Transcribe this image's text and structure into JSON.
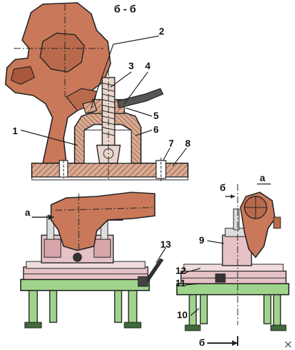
{
  "section_title": "б - б",
  "callouts": [
    "1",
    "2",
    "3",
    "4",
    "5",
    "6",
    "7",
    "8",
    "9",
    "10",
    "11",
    "12",
    "13"
  ],
  "view_marks": {
    "arrow_a_left": "а",
    "mark_b_top": "б",
    "mark_a_top": "а",
    "mark_b_bottom": "б"
  },
  "colors": {
    "part": "#c9795a",
    "part_dark": "#a8573c",
    "green": "#9fd48c",
    "pink": "#e6c2c6",
    "hatch": "#d6a990",
    "ink": "#222222"
  },
  "icons": [
    "corner-close-icon"
  ]
}
